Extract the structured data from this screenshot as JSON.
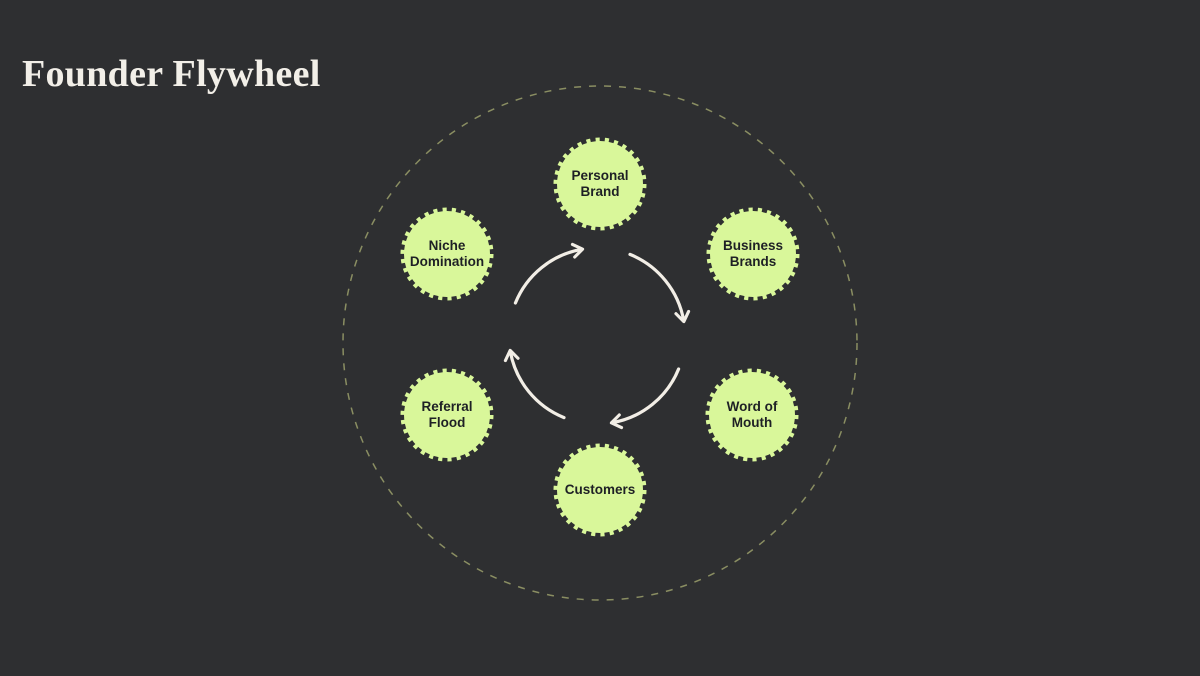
{
  "page": {
    "title": "Founder Flywheel",
    "background_color": "#2e2f31",
    "title_color": "#f2efe8"
  },
  "diagram": {
    "type": "cycle-flywheel",
    "node_fill_color": "#d9f79a",
    "node_text_color": "#1e2025",
    "arrow_color": "#f2eee6",
    "dashed_ring_color": "#8a8e62",
    "cycle_direction": "clockwise",
    "arrow_count": 4,
    "nodes": [
      {
        "id": "personal-brand",
        "label": "Personal Brand",
        "position": "top"
      },
      {
        "id": "business-brands",
        "label": "Business Brands",
        "position": "top-right"
      },
      {
        "id": "word-of-mouth",
        "label": "Word of Mouth",
        "position": "bottom-right"
      },
      {
        "id": "customers",
        "label": "Customers",
        "position": "bottom"
      },
      {
        "id": "referral-flood",
        "label": "Referral Flood",
        "position": "bottom-left"
      },
      {
        "id": "niche-domination",
        "label": "Niche Domination",
        "position": "top-left"
      }
    ]
  }
}
